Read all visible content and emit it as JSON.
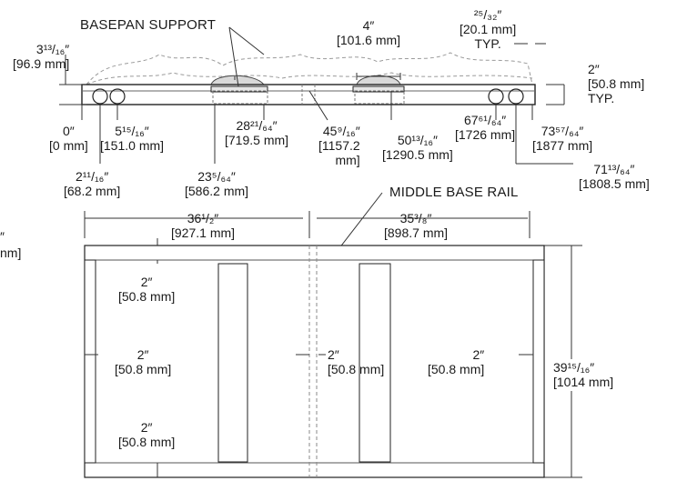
{
  "titles": {
    "basepan_support": "BASEPAN SUPPORT",
    "middle_base_rail": "MIDDLE BASE RAIL"
  },
  "top_view": {
    "height_left": {
      "line1": "3¹³/₁₆″",
      "line2": "[96.9 mm]"
    },
    "support_width": {
      "line1": "4″",
      "line2": "[101.6 mm]"
    },
    "gap_typ": {
      "line1": "²⁵/₃₂″",
      "line2": "[20.1 mm]",
      "line3": "TYP."
    },
    "rail_height_typ": {
      "line1": "2″",
      "line2": "[50.8 mm]",
      "line3": "TYP."
    },
    "x0": {
      "line1": "0″",
      "line2": "[0 mm]"
    },
    "x_2_11_16": {
      "line1": "2¹¹/₁₆″",
      "line2": "[68.2 mm]"
    },
    "x_5_15_16": {
      "line1": "5¹⁵/₁₆″",
      "line2": "[151.0 mm]"
    },
    "x_23_5_64": {
      "line1": "23⁵/₆₄″",
      "line2": "[586.2 mm]"
    },
    "x_28_21_64": {
      "line1": "28²¹/₆₄″",
      "line2": "[719.5 mm]"
    },
    "x_45_9_16": {
      "line1": "45⁹/₁₆″",
      "line2": "[1157.2",
      "line3": "mm]"
    },
    "x_50_13_16": {
      "line1": "50¹³/₁₆″",
      "line2": "[1290.5 mm]"
    },
    "x_67_61_64": {
      "line1": "67⁶¹/₆₄″",
      "line2": "[1726 mm]"
    },
    "x_71_13_64": {
      "line1": "71¹³/₆₄″",
      "line2": "[1808.5 mm]"
    },
    "x_73_57_64": {
      "line1": "73⁵⁷/₆₄″",
      "line2": "[1877 mm]"
    }
  },
  "plan_view": {
    "left_width": {
      "line1": "36¹/₂″",
      "line2": "[927.1 mm]"
    },
    "right_width": {
      "line1": "35³/₈″",
      "line2": "[898.7 mm]"
    },
    "depth": {
      "line1": "39¹⁵/₁₆″",
      "line2": "[1014 mm]"
    },
    "rail_top": {
      "line1": "2″",
      "line2": "[50.8 mm]"
    },
    "rail_mid_left": {
      "line1": "2″",
      "line2": "[50.8 mm]"
    },
    "rail_bottom": {
      "line1": "2″",
      "line2": "[50.8 mm]"
    },
    "rail_center": {
      "line1": "2″",
      "line2": "[50.8 mm]"
    },
    "rail_right": {
      "line1": "2″",
      "line2": "[50.8 mm]"
    }
  },
  "cut_off": {
    "left_fragment_1": "″",
    "left_fragment_2": "nm]"
  }
}
